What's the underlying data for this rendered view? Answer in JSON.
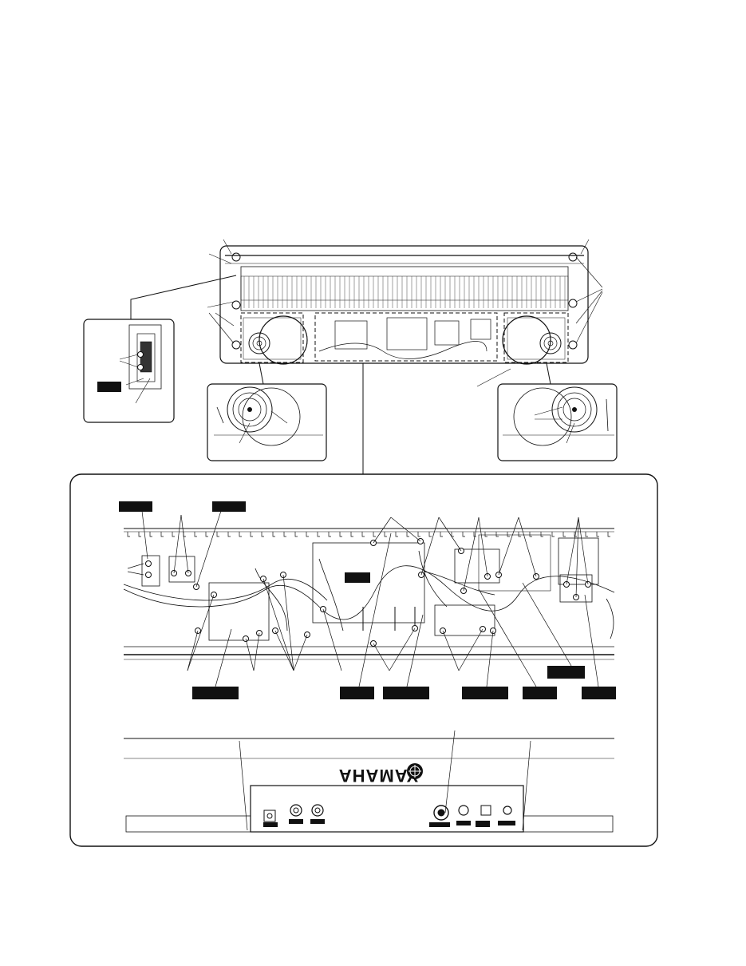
{
  "brand": {
    "logo_text": "YAMAHA"
  },
  "callout_tags": [
    {
      "id": "tag-inset-a"
    },
    {
      "id": "tag-detail-1"
    },
    {
      "id": "tag-detail-2"
    },
    {
      "id": "tag-board-center"
    },
    {
      "id": "tag-bottom-1"
    },
    {
      "id": "tag-bottom-2"
    },
    {
      "id": "tag-bottom-3"
    },
    {
      "id": "tag-bottom-4"
    },
    {
      "id": "tag-bottom-5"
    },
    {
      "id": "tag-bottom-6"
    },
    {
      "id": "tag-bottom-7"
    },
    {
      "id": "tag-right-stack"
    }
  ],
  "colors": {
    "line": "#111111",
    "tag_fill": "#111111",
    "paper": "#ffffff",
    "fine_line": "#555555"
  },
  "icons": {
    "yamaha_emblem": "tuning-fork-emblem-icon",
    "screw": "screw-icon",
    "speaker": "speaker-icon",
    "jack": "jack-icon"
  }
}
